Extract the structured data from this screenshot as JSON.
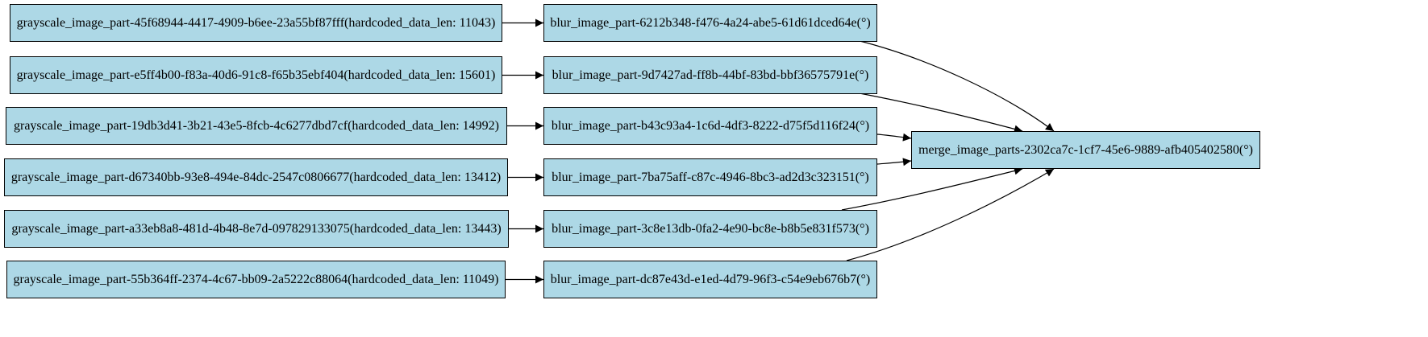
{
  "colors": {
    "node_fill": "#add8e6",
    "node_border": "#000000",
    "edge": "#000000",
    "background": "#ffffff"
  },
  "graph": {
    "sources": [
      {
        "id": "g1",
        "label": "grayscale_image_part-45f68944-4417-4909-b6ee-23a55bf87fff(hardcoded_data_len: 11043)"
      },
      {
        "id": "g2",
        "label": "grayscale_image_part-e5ff4b00-f83a-40d6-91c8-f65b35ebf404(hardcoded_data_len: 15601)"
      },
      {
        "id": "g3",
        "label": "grayscale_image_part-19db3d41-3b21-43e5-8fcb-4c6277dbd7cf(hardcoded_data_len: 14992)"
      },
      {
        "id": "g4",
        "label": "grayscale_image_part-d67340bb-93e8-494e-84dc-2547c0806677(hardcoded_data_len: 13412)"
      },
      {
        "id": "g5",
        "label": "grayscale_image_part-a33eb8a8-481d-4b48-8e7d-097829133075(hardcoded_data_len: 13443)"
      },
      {
        "id": "g6",
        "label": "grayscale_image_part-55b364ff-2374-4c67-bb09-2a5222c88064(hardcoded_data_len: 11049)"
      }
    ],
    "middles": [
      {
        "id": "b1",
        "label": "blur_image_part-6212b348-f476-4a24-abe5-61d61dced64e(°)"
      },
      {
        "id": "b2",
        "label": "blur_image_part-9d7427ad-ff8b-44bf-83bd-bbf36575791e(°)"
      },
      {
        "id": "b3",
        "label": "blur_image_part-b43c93a4-1c6d-4df3-8222-d75f5d116f24(°)"
      },
      {
        "id": "b4",
        "label": "blur_image_part-7ba75aff-c87c-4946-8bc3-ad2d3c323151(°)"
      },
      {
        "id": "b5",
        "label": "blur_image_part-3c8e13db-0fa2-4e90-bc8e-b8b5e831f573(°)"
      },
      {
        "id": "b6",
        "label": "blur_image_part-dc87e43d-e1ed-4d79-96f3-c54e9eb676b7(°)"
      }
    ],
    "sink": {
      "id": "m",
      "label": "merge_image_parts-2302ca7c-1cf7-45e6-9889-afb405402580(°)"
    },
    "edges": [
      [
        "g1",
        "b1"
      ],
      [
        "g2",
        "b2"
      ],
      [
        "g3",
        "b3"
      ],
      [
        "g4",
        "b4"
      ],
      [
        "g5",
        "b5"
      ],
      [
        "g6",
        "b6"
      ],
      [
        "b1",
        "m"
      ],
      [
        "b2",
        "m"
      ],
      [
        "b3",
        "m"
      ],
      [
        "b4",
        "m"
      ],
      [
        "b5",
        "m"
      ],
      [
        "b6",
        "m"
      ]
    ]
  }
}
